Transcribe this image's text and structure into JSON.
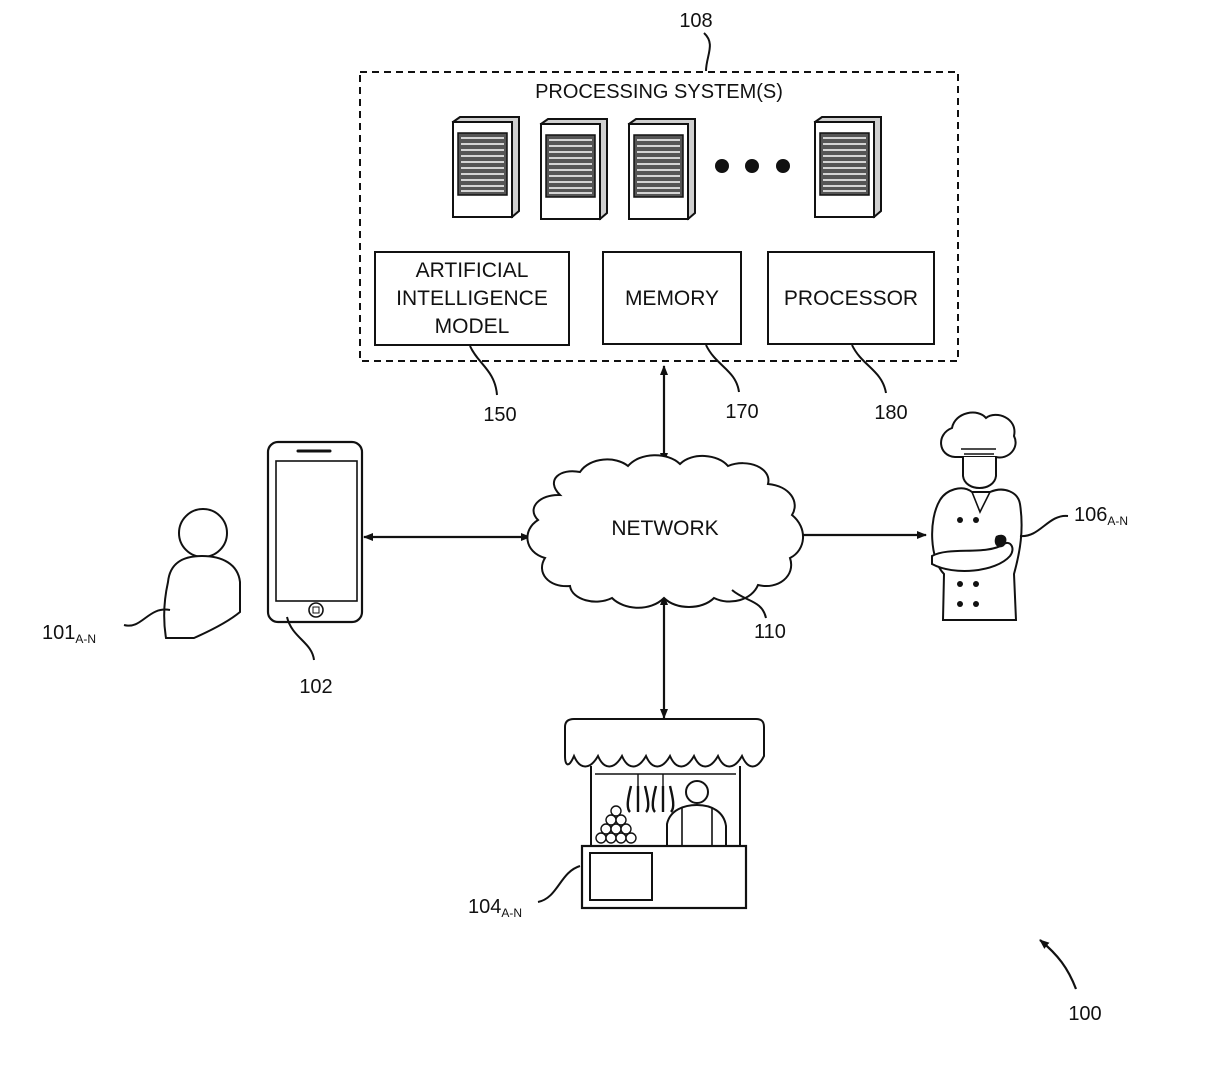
{
  "processing_system": {
    "ref": "108",
    "title": "PROCESSING SYSTEM(S)",
    "ai_model": {
      "lines": [
        "ARTIFICIAL",
        "INTELLIGENCE",
        "MODEL"
      ],
      "ref": "150"
    },
    "memory": {
      "label": "MEMORY",
      "ref": "170"
    },
    "processor": {
      "label": "PROCESSOR",
      "ref": "180"
    }
  },
  "network": {
    "label": "NETWORK",
    "ref": "110"
  },
  "user": {
    "ref": "101",
    "sub": "A-N"
  },
  "device": {
    "ref": "102"
  },
  "vendor": {
    "ref": "104",
    "sub": "A-N"
  },
  "chef": {
    "ref": "106",
    "sub": "A-N"
  },
  "system": {
    "ref": "100"
  },
  "icons": [
    "server-icon",
    "user-icon",
    "smartphone-icon",
    "cloud-icon",
    "chef-icon",
    "market-stall-icon"
  ]
}
